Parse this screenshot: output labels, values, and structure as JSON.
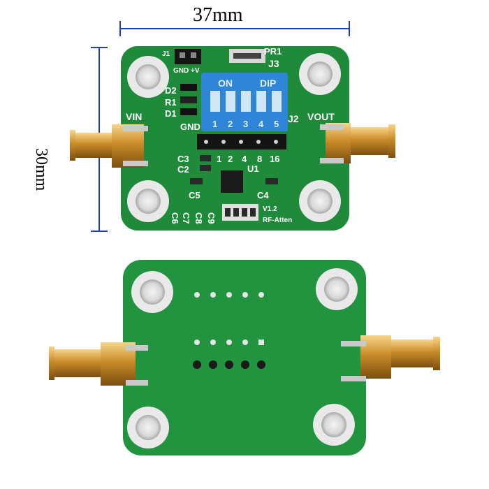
{
  "dimensions": {
    "width_label": "37mm",
    "height_label": "30mm",
    "line_color": "#1f3fbf"
  },
  "front_board": {
    "color": "#1f8a3a",
    "ports": {
      "input": "VIN",
      "output": "VOUT"
    },
    "headers": {
      "j1": "J1",
      "j1_pins": "GND +V",
      "j3": "J3",
      "j2": "J2",
      "pr1": "PR1"
    },
    "dip": {
      "color": "#2f86d6",
      "on_label": "ON",
      "dip_label": "DIP",
      "positions": [
        "1",
        "2",
        "3",
        "4",
        "5"
      ]
    },
    "gnd_label": "GND",
    "attenuation_values": [
      "1",
      "2",
      "4",
      "8",
      "16"
    ],
    "components": {
      "d2": "D2",
      "r1": "R1",
      "d1": "D1",
      "c3": "C3",
      "c2": "C2",
      "c5": "C5",
      "c4": "C4",
      "u1": "U1",
      "c6": "C6",
      "c7": "C7",
      "c8": "C8",
      "c9": "C9"
    },
    "version": "V1.2",
    "product": "RF-Atten"
  },
  "back_board": {
    "color": "#22943f"
  }
}
